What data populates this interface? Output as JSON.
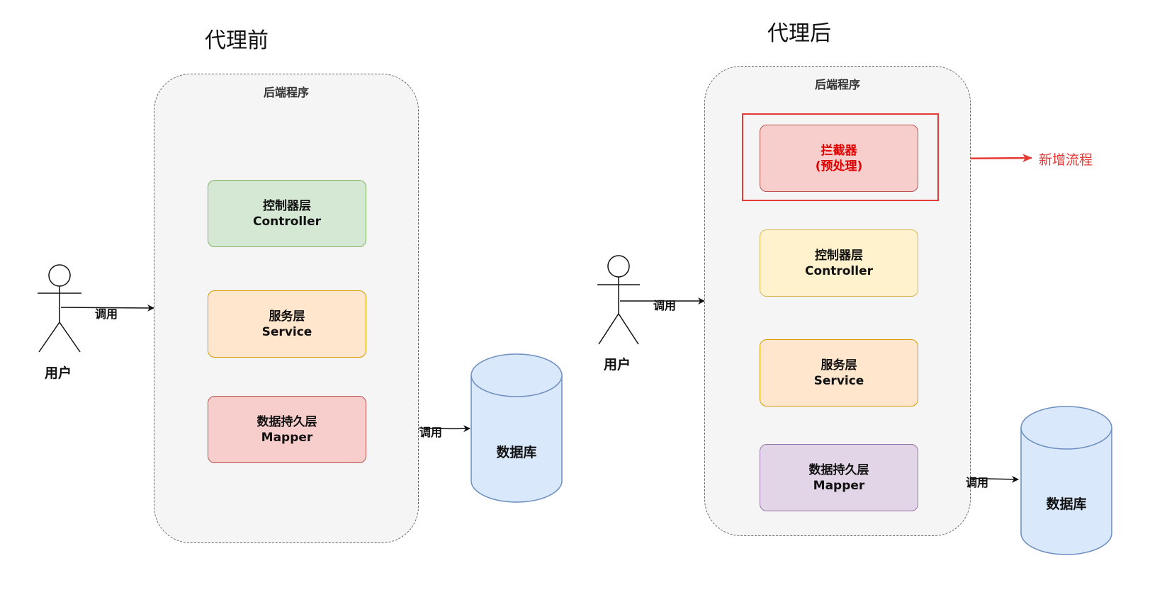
{
  "left": {
    "title": "代理前",
    "container_label": "后端程序",
    "layers": [
      {
        "name": "控制器层",
        "sub": "Controller"
      },
      {
        "name": "服务层",
        "sub": "Service"
      },
      {
        "name": "数据持久层",
        "sub": "Mapper"
      }
    ],
    "user_label": "用户",
    "call_label_user": "调用",
    "call_label_db": "调用",
    "database_label": "数据库"
  },
  "right": {
    "title": "代理后",
    "container_label": "后端程序",
    "interceptor": {
      "name": "拦截器",
      "sub": "(预处理)"
    },
    "new_flow_note": "新增流程",
    "layers": [
      {
        "name": "控制器层",
        "sub": "Controller"
      },
      {
        "name": "服务层",
        "sub": "Service"
      },
      {
        "name": "数据持久层",
        "sub": "Mapper"
      }
    ],
    "user_label": "用户",
    "call_label_user": "调用",
    "call_label_db": "调用",
    "database_label": "数据库"
  },
  "colors": {
    "controller_left": "#d5e8d4",
    "service": "#ffe6cc",
    "mapper_left": "#f8cecc",
    "interceptor": "#f8cecc",
    "controller_right": "#fff2cc",
    "mapper_right": "#e1d5e7",
    "database": "#dae8fc",
    "highlight": "#e53935"
  }
}
